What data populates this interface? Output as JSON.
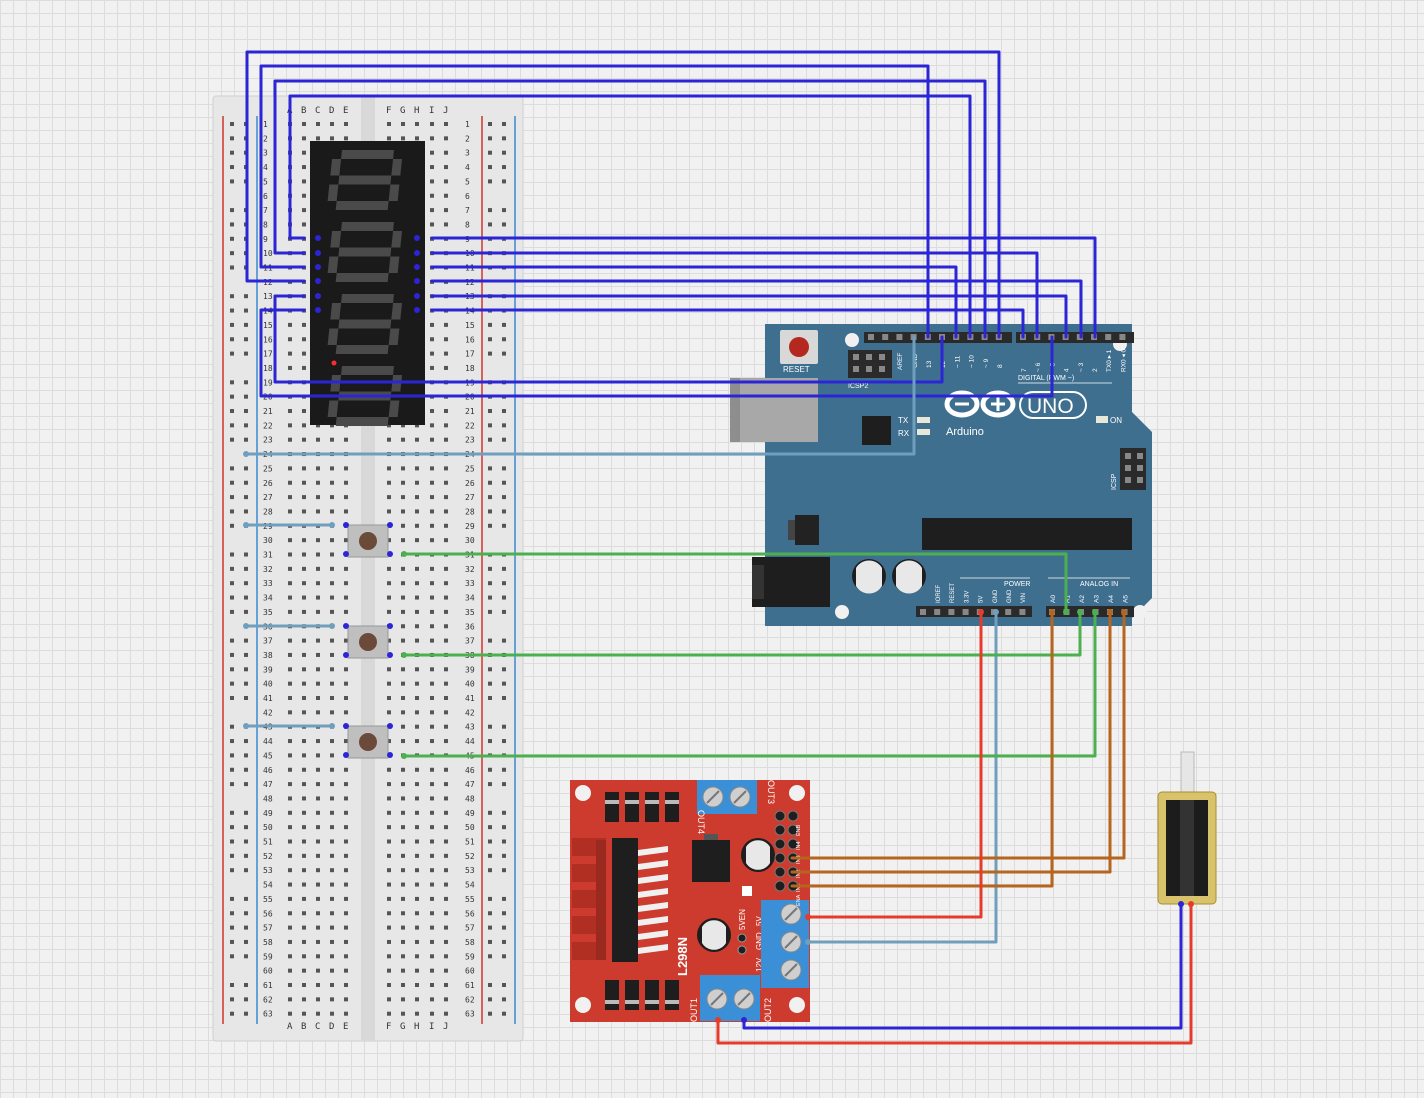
{
  "breadboard": {
    "columns_left": [
      "A",
      "B",
      "C",
      "D",
      "E"
    ],
    "columns_right": [
      "F",
      "G",
      "H",
      "I",
      "J"
    ],
    "row_count": 63
  },
  "display": {
    "digits": 4
  },
  "arduino": {
    "reset_label": "RESET",
    "icsp2_label": "ICSP2",
    "aref_label": "AREF",
    "gnd_label": "GND",
    "digital_pins_label": "DIGITAL (PWM ~)",
    "digital_pins_high": [
      "13",
      "12",
      "~ 11",
      "~ 10",
      "~ 9",
      "8"
    ],
    "digital_pins_low": [
      "7",
      "~ 6",
      "~ 5",
      "4",
      "~ 3",
      "2",
      "TX0 ▸ 1",
      "RX0 ◂ 0"
    ],
    "uno_label": "UNO",
    "brand_label": "Arduino",
    "tx_label": "TX",
    "rx_label": "RX",
    "on_label": "ON",
    "icsp_label": "ICSP",
    "power_label": "POWER",
    "power_pins": [
      "IOREF",
      "RESET",
      "3.3V",
      "5V",
      "GND",
      "GND",
      "VIN"
    ],
    "analog_label": "ANALOG IN",
    "analog_pins": [
      "A0",
      "A1",
      "A2",
      "A3",
      "A4",
      "A5"
    ]
  },
  "driver": {
    "chip_label": "L298N",
    "out1_label": "OUT1",
    "out2_label": "OUT2",
    "out3_label": "OUT3",
    "out4_label": "OUT4",
    "enable_label": "5VEN",
    "v12_label": "12V",
    "gnd_label": "GND",
    "v5_label": "5V",
    "input_pins": [
      "ENA",
      "IN1",
      "IN2",
      "IN3",
      "IN4",
      "ENB"
    ]
  },
  "colors": {
    "wire_blue": "#2b25d6",
    "wire_lightblue": "#6f9fbc",
    "wire_green": "#4caf50",
    "wire_red": "#e53b2a",
    "wire_brown": "#b5651d",
    "arduino_body": "#3f6f8f",
    "driver_body": "#cc3b2d"
  }
}
